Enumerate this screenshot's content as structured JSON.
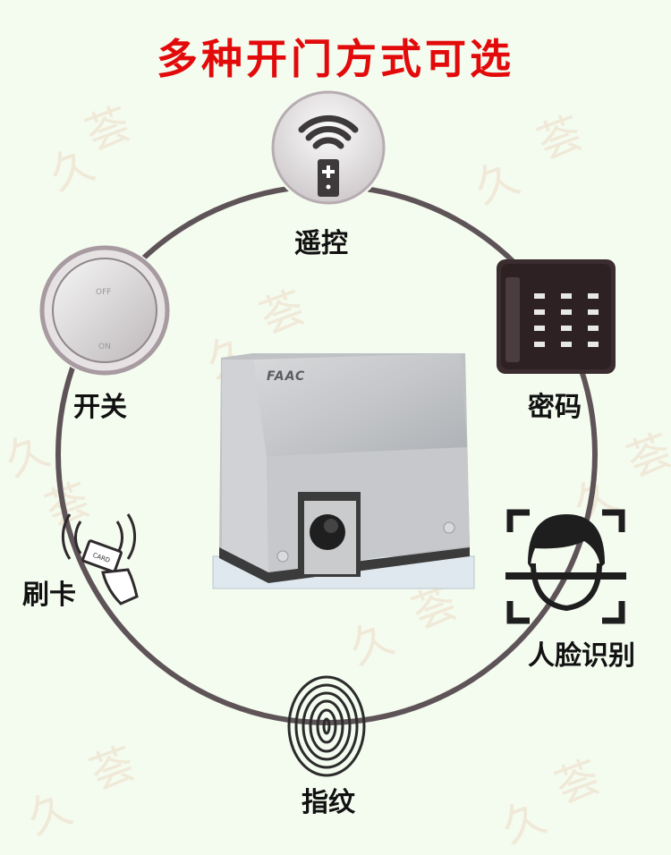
{
  "title": "多种开门方式可选",
  "product": {
    "brand": "FAAC"
  },
  "methods": [
    {
      "label": "遥控",
      "icon": "remote-control-icon"
    },
    {
      "label": "开关",
      "icon": "switch-icon",
      "switch_off": "OFF",
      "switch_on": "ON"
    },
    {
      "label": "密码",
      "icon": "keypad-icon"
    },
    {
      "label": "刷卡",
      "icon": "card-swipe-icon",
      "card_text": "CARD"
    },
    {
      "label": "人脸识别",
      "icon": "face-recognition-icon"
    },
    {
      "label": "指纹",
      "icon": "fingerprint-icon"
    }
  ],
  "watermark": [
    "久",
    "荟"
  ],
  "colors": {
    "title": "#e20a0a",
    "ring": "#5e5458",
    "background": "#f4fbef"
  }
}
